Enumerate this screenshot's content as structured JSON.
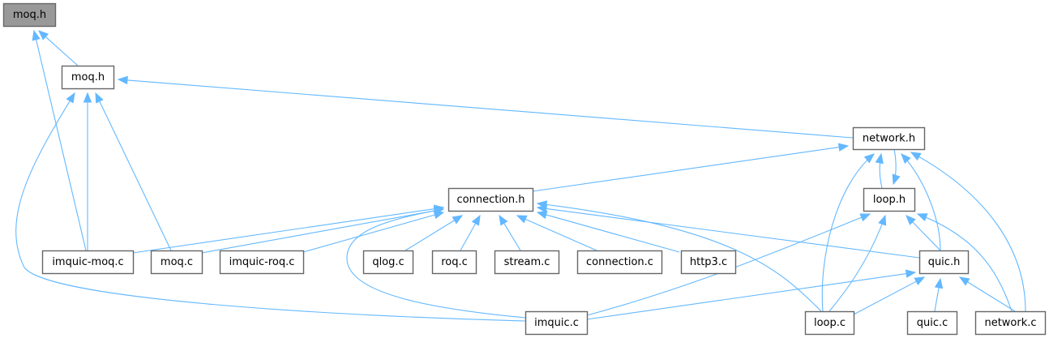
{
  "diagram": {
    "type": "include-dependency-graph",
    "nodes": [
      {
        "id": "moq_h_root",
        "label": "moq.h",
        "root": true
      },
      {
        "id": "moq_h",
        "label": "moq.h"
      },
      {
        "id": "network_h",
        "label": "network.h"
      },
      {
        "id": "connection_h",
        "label": "connection.h"
      },
      {
        "id": "loop_h",
        "label": "loop.h"
      },
      {
        "id": "imquic_moq_c",
        "label": "imquic-moq.c"
      },
      {
        "id": "moq_c",
        "label": "moq.c"
      },
      {
        "id": "imquic_roq_c",
        "label": "imquic-roq.c"
      },
      {
        "id": "qlog_c",
        "label": "qlog.c"
      },
      {
        "id": "roq_c",
        "label": "roq.c"
      },
      {
        "id": "stream_c",
        "label": "stream.c"
      },
      {
        "id": "connection_c",
        "label": "connection.c"
      },
      {
        "id": "http3_c",
        "label": "http3.c"
      },
      {
        "id": "quic_h",
        "label": "quic.h"
      },
      {
        "id": "imquic_c",
        "label": "imquic.c"
      },
      {
        "id": "loop_c",
        "label": "loop.c"
      },
      {
        "id": "quic_c",
        "label": "quic.c"
      },
      {
        "id": "network_c",
        "label": "network.c"
      }
    ],
    "edges": [
      {
        "from": "moq_h",
        "to": "moq_h_root"
      },
      {
        "from": "imquic_moq_c",
        "to": "moq_h_root"
      },
      {
        "from": "network_h",
        "to": "moq_h"
      },
      {
        "from": "imquic_moq_c",
        "to": "moq_h"
      },
      {
        "from": "moq_c",
        "to": "moq_h"
      },
      {
        "from": "imquic_c",
        "to": "moq_h"
      },
      {
        "from": "connection_h",
        "to": "network_h"
      },
      {
        "from": "loop_h",
        "to": "network_h"
      },
      {
        "from": "network_h",
        "to": "loop_h"
      },
      {
        "from": "loop_c",
        "to": "network_h"
      },
      {
        "from": "quic_h",
        "to": "network_h"
      },
      {
        "from": "network_c",
        "to": "network_h"
      },
      {
        "from": "imquic_moq_c",
        "to": "connection_h"
      },
      {
        "from": "moq_c",
        "to": "connection_h"
      },
      {
        "from": "imquic_roq_c",
        "to": "connection_h"
      },
      {
        "from": "imquic_c",
        "to": "connection_h"
      },
      {
        "from": "qlog_c",
        "to": "connection_h"
      },
      {
        "from": "roq_c",
        "to": "connection_h"
      },
      {
        "from": "stream_c",
        "to": "connection_h"
      },
      {
        "from": "connection_c",
        "to": "connection_h"
      },
      {
        "from": "http3_c",
        "to": "connection_h"
      },
      {
        "from": "loop_c",
        "to": "connection_h"
      },
      {
        "from": "quic_h",
        "to": "connection_h"
      },
      {
        "from": "imquic_c",
        "to": "loop_h"
      },
      {
        "from": "loop_c",
        "to": "loop_h"
      },
      {
        "from": "quic_h",
        "to": "loop_h"
      },
      {
        "from": "network_c",
        "to": "loop_h"
      },
      {
        "from": "imquic_c",
        "to": "quic_h"
      },
      {
        "from": "loop_c",
        "to": "quic_h"
      },
      {
        "from": "quic_c",
        "to": "quic_h"
      },
      {
        "from": "network_c",
        "to": "quic_h"
      }
    ]
  }
}
